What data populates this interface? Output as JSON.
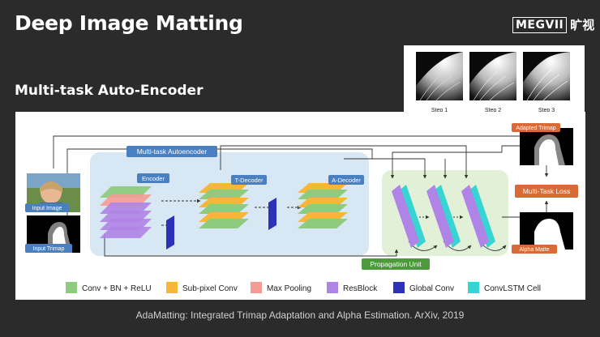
{
  "slide": {
    "title": "Deep Image Matting",
    "subtitle": "Multi-task Auto-Encoder",
    "logo_latin": "MEGVII",
    "logo_cjk": "旷视",
    "citation": "AdaMatting: Integrated Trimap Adaptation and Alpha Estimation. ArXiv, 2019"
  },
  "steps": [
    "Step 1",
    "Step 2",
    "Step 3"
  ],
  "diagram": {
    "autoencoder_label": "Multi-task Autoencoder",
    "encoder_label": "Encoder",
    "tdecoder_label": "T-Decoder",
    "adecoder_label": "A-Decoder",
    "input_image_label": "Input Image",
    "input_trimap_label": "Input Trimap",
    "propagation_label": "Propagation Unit",
    "adapted_trimap_label": "Adapted Trimap",
    "loss_label": "Multi-Task Loss",
    "alpha_matte_label": "Alpha Matte"
  },
  "legend": [
    {
      "label": "Conv + BN + ReLU",
      "color": "#8fcb7e"
    },
    {
      "label": "Sub-pixel Conv",
      "color": "#f6b63a"
    },
    {
      "label": "Max Pooling",
      "color": "#f49b94"
    },
    {
      "label": "ResBlock",
      "color": "#b083e6"
    },
    {
      "label": "Global Conv",
      "color": "#2b32b8"
    },
    {
      "label": "ConvLSTM Cell",
      "color": "#37d4d4"
    }
  ],
  "colors": {
    "label_blue": "#4a7fc0",
    "label_orange": "#d86a36",
    "label_green": "#4c9a3c",
    "autoencoder_bg": "#d7e7f4",
    "propagation_bg": "#e1f0d6"
  }
}
